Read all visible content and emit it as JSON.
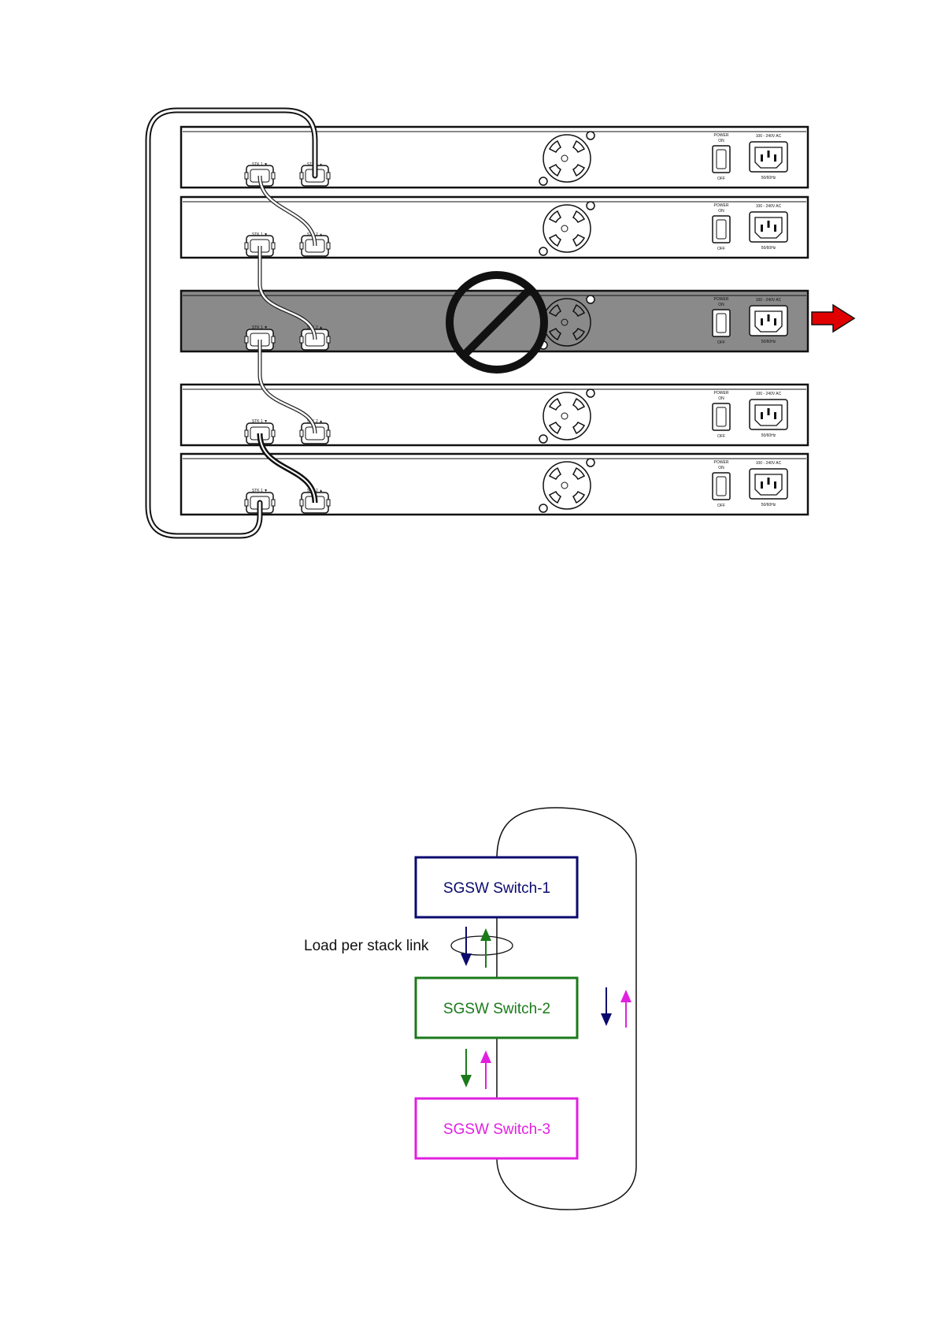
{
  "rear_panel": {
    "power_label": "POWER",
    "on_label": "ON",
    "off_label": "OFF",
    "voltage_label": "100 - 240V AC",
    "frequency_label": "50/60Hz",
    "port1_label": "STK 1 ▼",
    "port2_label": "STK 2 ▲"
  },
  "colors": {
    "switch1": "#0a0a6e",
    "switch2": "#1a7a1a",
    "switch3": "#e020e0",
    "removed_unit": "#8a8a8a",
    "removal_arrow": "#e00000"
  },
  "ring": {
    "switches": [
      {
        "label": "SGSW Switch-1"
      },
      {
        "label": "SGSW Switch-2"
      },
      {
        "label": "SGSW Switch-3"
      }
    ],
    "load_label": "Load per stack link"
  }
}
